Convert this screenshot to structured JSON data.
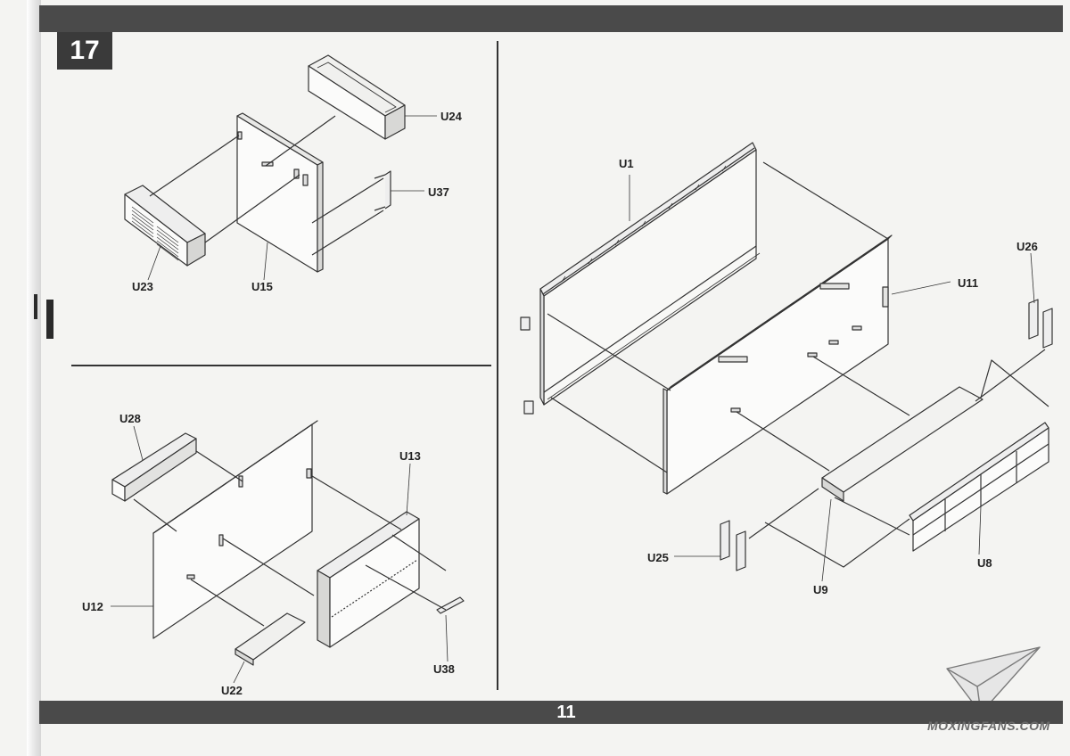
{
  "step": {
    "number": "17"
  },
  "page": {
    "number": "11"
  },
  "labels": {
    "u24": "U24",
    "u37": "U37",
    "u23": "U23",
    "u15": "U15",
    "u28": "U28",
    "u13": "U13",
    "u12": "U12",
    "u22": "U22",
    "u38": "U38",
    "u1": "U1",
    "u11": "U11",
    "u26": "U26",
    "u25": "U25",
    "u9": "U9",
    "u8": "U8"
  },
  "watermark": {
    "text": "MOXINGFANS.COM"
  }
}
